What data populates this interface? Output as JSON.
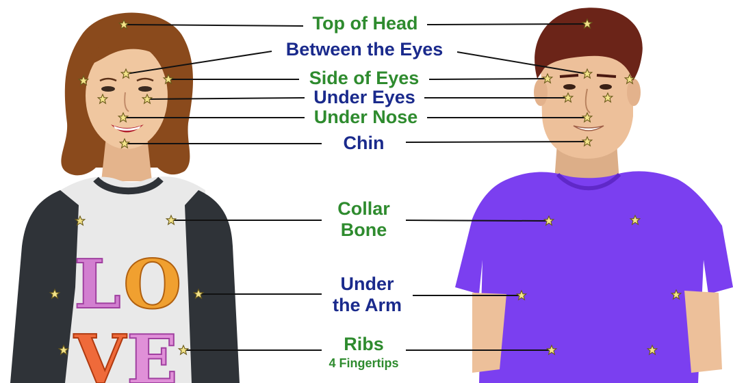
{
  "labels": {
    "top_of_head": "Top of Head",
    "between_the_eyes": "Between the Eyes",
    "side_of_eyes": "Side of Eyes",
    "under_eyes": "Under Eyes",
    "under_nose": "Under Nose",
    "chin": "Chin",
    "collar": "Collar",
    "bone": "Bone",
    "under": "Under",
    "the_arm": "the Arm",
    "ribs": "Ribs",
    "fingertips": "4 Fingertips"
  },
  "shirt_text": [
    "L",
    "O",
    "V",
    "E"
  ],
  "colors": {
    "label_green": "#2e8b2e",
    "label_navy": "#1a2a8c",
    "woman_hair": "#8a4a1c",
    "woman_skin": "#f0c7a0",
    "woman_sleeve": "#2f3338",
    "woman_shirt": "#e9e9e9",
    "man_hair": "#6b2418",
    "man_skin": "#edc09a",
    "man_shirt": "#7b3ff0",
    "star": "#f4e48a"
  },
  "icons": [
    "star-icon"
  ]
}
